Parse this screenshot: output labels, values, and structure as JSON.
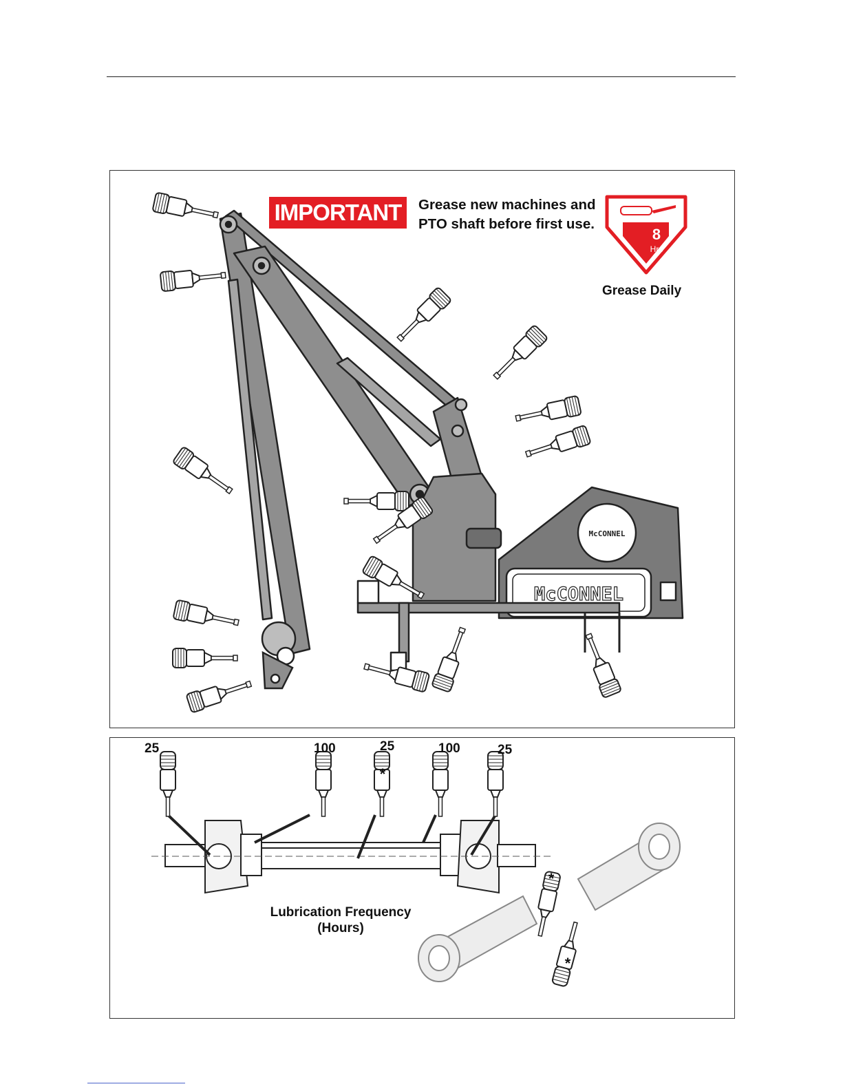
{
  "notice": {
    "badge": "IMPORTANT",
    "line1": "Grease new machines and",
    "line2": "PTO shaft before first use."
  },
  "grease_badge": {
    "hours": "8",
    "unit": "Hrs",
    "caption": "Grease Daily",
    "color": "#e31e24"
  },
  "brand": "McCONNEL",
  "pto": {
    "frequencies": [
      "25",
      "100",
      "25",
      "100",
      "25"
    ],
    "marker": "*",
    "title_line1": "Lubrication Frequency",
    "title_line2": "(Hours)"
  }
}
